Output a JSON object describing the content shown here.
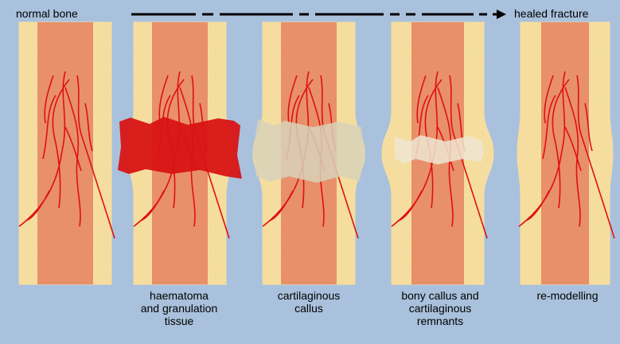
{
  "header": {
    "start_label": "normal bone",
    "end_label": "healed fracture"
  },
  "stages": [
    {
      "id": "normal-bone",
      "lines": []
    },
    {
      "id": "haematoma",
      "lines": [
        "haematoma",
        "and granulation",
        "tissue"
      ]
    },
    {
      "id": "cartilaginous-callus",
      "lines": [
        "cartilaginous",
        "callus"
      ]
    },
    {
      "id": "bony-callus",
      "lines": [
        "bony callus and",
        "cartilaginous",
        "remnants"
      ]
    },
    {
      "id": "re-modelling",
      "lines": [
        "re-modelling"
      ]
    }
  ],
  "colors": {
    "background": "#a9c1dc",
    "cortex": "#f6dea0",
    "marrow": "#e8906a",
    "vessel": "#e01010",
    "haematoma": "#d81414",
    "cartilage": "#d8d2b8",
    "bony_callus": "#efe6d2"
  }
}
